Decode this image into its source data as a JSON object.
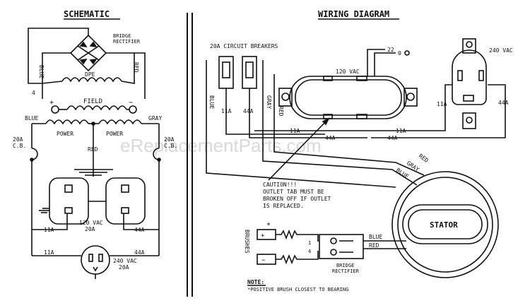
{
  "watermark": "eReplacementParts.com",
  "schematic": {
    "title": "SCHEMATIC",
    "bridge_rectifier": "BRIDGE\nRECTIFIER",
    "wire_blue": "BLUE",
    "wire_red": "RED",
    "dpe": "DPE",
    "field": "FIELD",
    "plus": "+",
    "minus": "−",
    "node_4": "4",
    "blue": "BLUE",
    "gray": "GRAY",
    "power_left": "POWER",
    "power_right": "POWER",
    "cb_left": "20A\nC.B.",
    "cb_right": "20A\nC.B.",
    "red_center": "RED",
    "outlet_120": "120 VAC\n20A",
    "w11a_top": "11A",
    "w44a_top": "44A",
    "w11a_bot": "11A",
    "w44a_bot": "44A",
    "outlet_240": "240 VAC\n20A"
  },
  "wiring": {
    "title": "WIRING DIAGRAM",
    "breakers": "20A CIRCUIT BREAKERS",
    "blue": "BLUE",
    "gray": "GRAY",
    "red_left": "RED",
    "b11a": "11A",
    "b44a": "44A",
    "vac120": "120 VAC",
    "n22": "22",
    "n0": "0",
    "vac240": "240 VAC",
    "r11a": "11A",
    "r44a": "44A",
    "bot11a_left": "11A",
    "bot44a_mid": "44A",
    "bot11a_right": "11A",
    "bot44a_low": "44A",
    "red_diag": "RED",
    "gray_diag": "GRAY",
    "blue_diag": "BLUE",
    "caution": "CAUTION!!!\nOUTLET TAB MUST BE\nBROKEN OFF IF OUTLET\nIS REPLACED.",
    "stator": "STATOR",
    "brushes": "BRUSHES",
    "star": "*",
    "n1": "1",
    "n4": "4",
    "blue_r": "BLUE",
    "red_r": "RED",
    "bridge": "BRIDGE\nRECTIFIER",
    "note_head": "NOTE:",
    "note_body": "*POSITIVE BRUSH CLOSEST TO BEARING"
  }
}
